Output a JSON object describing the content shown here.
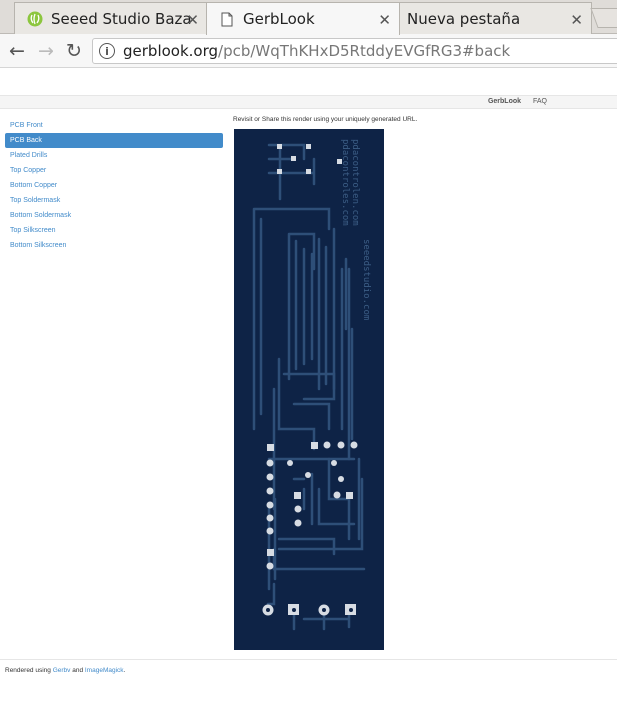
{
  "browser": {
    "tabs": [
      {
        "label": "Seeed Studio Bazaa",
        "icon": "seeed-leaf-icon"
      },
      {
        "label": "GerbLook",
        "icon": "page-icon",
        "active": true
      },
      {
        "label": "Nueva pestaña",
        "icon": ""
      }
    ],
    "close_glyph": "✕",
    "back_glyph": "←",
    "forward_glyph": "→",
    "reload_glyph": "↻",
    "info_glyph": "i",
    "url_host": "gerblook.org",
    "url_path": "/pcb/WqThKHxD5RtddyEVGfRG3#back"
  },
  "site": {
    "brand": "GerbLook",
    "faq": "FAQ"
  },
  "sidebar": {
    "items": [
      {
        "label": "PCB Front"
      },
      {
        "label": "PCB Back",
        "active": true
      },
      {
        "label": "Plated Drills"
      },
      {
        "label": "Top Copper"
      },
      {
        "label": "Bottom Copper"
      },
      {
        "label": "Top Soldermask"
      },
      {
        "label": "Bottom Soldermask"
      },
      {
        "label": "Top Silkscreen"
      },
      {
        "label": "Bottom Silkscreen"
      }
    ]
  },
  "main": {
    "share_text": "Revisit or Share this render using your uniquely generated URL.",
    "pcb": {
      "board_color": "#0e2346",
      "trace_color": "#2e4f78",
      "silk_color": "#3c5d85",
      "pad_color": "#d7dce3",
      "silk_lines": [
        "pdacontrolen.com",
        "pdacontroles.com",
        "seeedstudio.com"
      ]
    }
  },
  "footer": {
    "prefix": "Rendered using ",
    "gerbv": "Gerbv",
    "and": " and ",
    "imagemagick": "ImageMagick",
    "suffix": "."
  }
}
